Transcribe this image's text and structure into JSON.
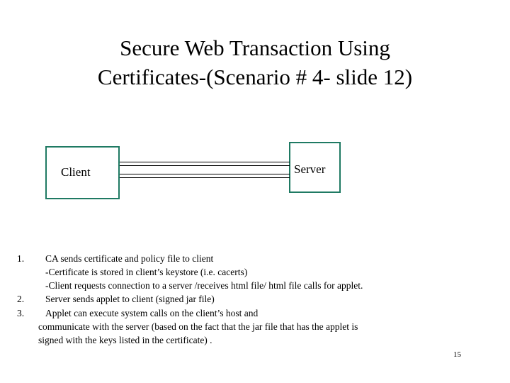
{
  "slide": {
    "title_line1": "Secure Web Transaction Using",
    "title_line2": "Certificates-(Scenario # 4- slide 12)",
    "page_number": "15",
    "diagram": {
      "client_label": "Client",
      "server_label": "Server",
      "border_color": "#1f7a63",
      "line_color": "#000000"
    },
    "list": [
      {
        "number": "1.",
        "text": "CA sends certificate and policy file to client",
        "sublines": [
          "-Certificate is stored in client’s keystore  (i.e. cacerts)",
          "-Client requests connection to a server /receives html file/ html file calls for applet."
        ]
      },
      {
        "number": "2.",
        "text": "Server sends applet to client (signed jar file)",
        "sublines": []
      },
      {
        "number": "3.",
        "text": "Applet can execute system calls on the client’s host and",
        "sublines": []
      }
    ],
    "continuation": [
      "communicate with the server (based on the fact that the jar file that has the applet is",
      "signed with the keys listed in the certificate)  ."
    ]
  }
}
